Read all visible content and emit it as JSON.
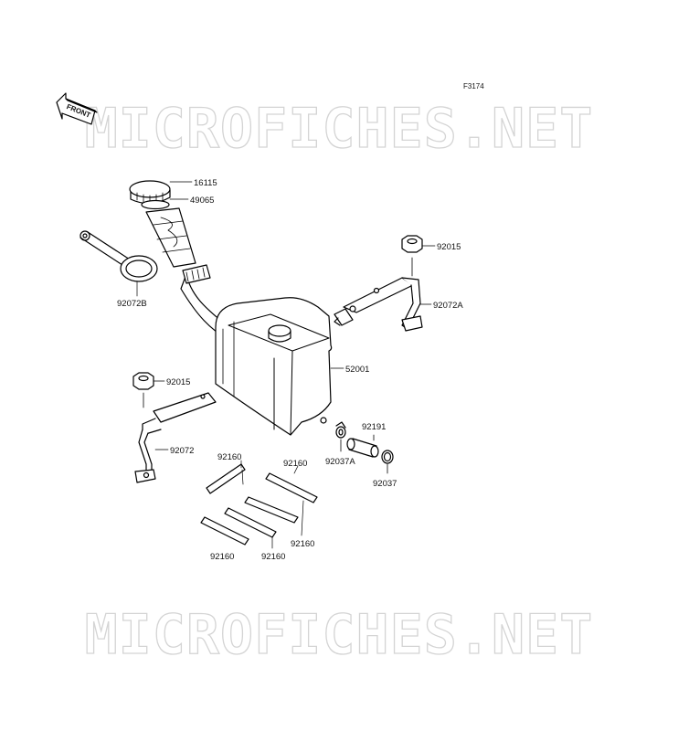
{
  "figure_code": "F3174",
  "front_label": "FRONT",
  "watermark": "MICROFICHES.NET",
  "parts": {
    "cap": "16115",
    "gasket": "49065",
    "strap": "92072B",
    "nut_top": "92015",
    "band_top": "92072A",
    "tank": "52001",
    "nut_left": "92015",
    "band_left": "92072",
    "hose": "92191",
    "clip_a": "92037A",
    "clip": "92037",
    "pad_upper_left": "92160",
    "pad_upper_right": "92160",
    "pad_mid": "92160",
    "pad_lower_left": "92160",
    "pad_lower_mid": "92160"
  }
}
